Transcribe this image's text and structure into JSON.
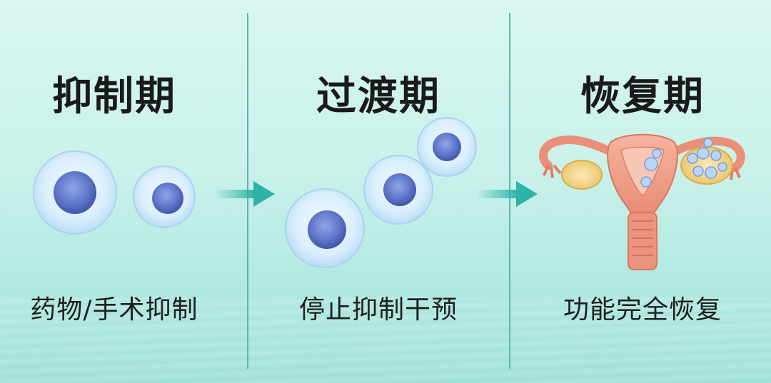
{
  "stages": [
    {
      "title": "抑制期",
      "caption": "药物/手术抑制"
    },
    {
      "title": "过渡期",
      "caption": "停止抑制干预"
    },
    {
      "title": "恢复期",
      "caption": "功能完全恢复"
    }
  ],
  "colors": {
    "divider": "#56b7b0",
    "arrow": "#2fb3a8",
    "cell_halo": "#cfe9fb",
    "cell_nucleus": "#5b73c9",
    "uterus": "#f0967f",
    "ovary": "#f2d68a"
  }
}
